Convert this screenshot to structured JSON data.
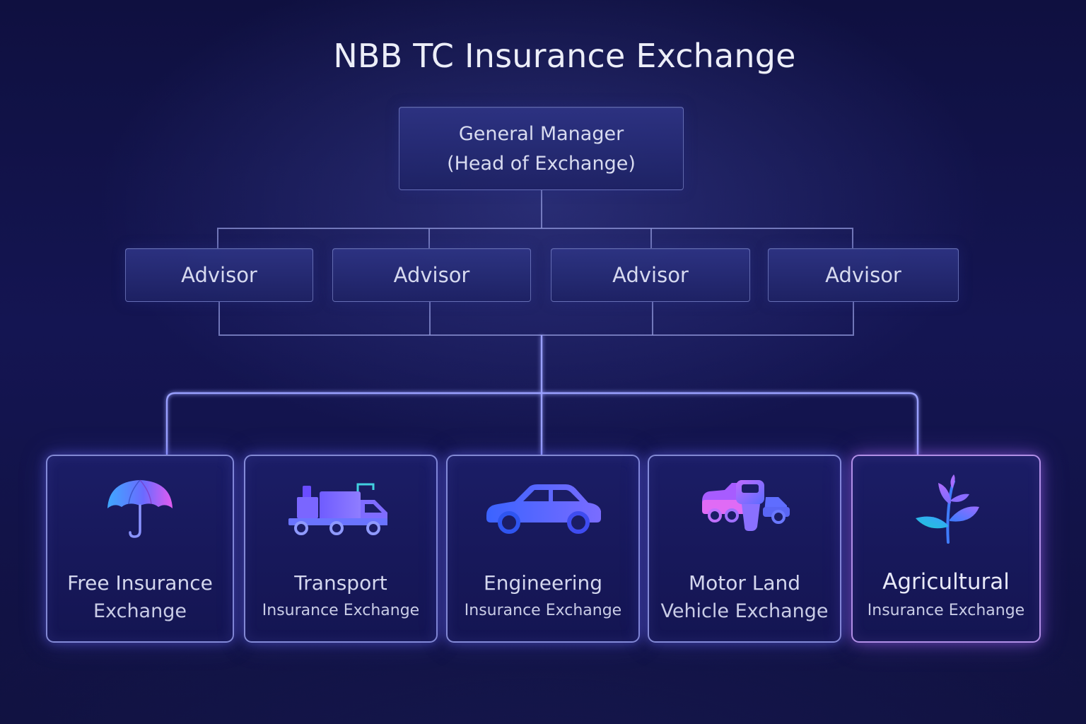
{
  "title": "NBB TC Insurance Exchange",
  "general_manager": {
    "line1": "General Manager",
    "line2": "(Head of Exchange)"
  },
  "advisors": [
    "Advisor",
    "Advisor",
    "Advisor",
    "Advisor"
  ],
  "exchanges": [
    {
      "line1": "Free Insurance",
      "line2": "Exchange",
      "icon": "umbrella-icon"
    },
    {
      "line1": "Transport",
      "line2": "Insurance Exchange",
      "icon": "truck-icon"
    },
    {
      "line1": "Engineering",
      "line2": "Insurance Exchange",
      "icon": "car-icon"
    },
    {
      "line1": "Motor Land",
      "line2": "Vehicle Exchange",
      "icon": "vehicles-icon"
    },
    {
      "line1": "Agricultural",
      "line2": "Insurance Exchange",
      "icon": "plant-icon"
    }
  ],
  "colors": {
    "background": "#141552",
    "connector": "#8f96d8",
    "card_border": "#a8b0ff",
    "card_border_accent": "#cda5ff",
    "icon_blue": "#4f6bff",
    "icon_purple": "#b56cff",
    "icon_teal": "#23c8d8"
  }
}
